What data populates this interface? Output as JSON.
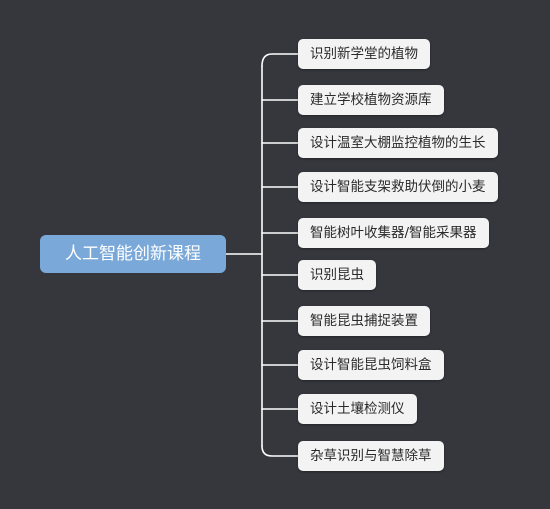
{
  "root": {
    "label": "人工智能创新课程"
  },
  "branches": [
    {
      "label": "识别新学堂的植物"
    },
    {
      "label": "建立学校植物资源库"
    },
    {
      "label": "设计温室大棚监控植物的生长"
    },
    {
      "label": "设计智能支架救助伏倒的小麦"
    },
    {
      "label": "智能树叶收集器/智能采果器"
    },
    {
      "label": "识别昆虫"
    },
    {
      "label": "智能昆虫捕捉装置"
    },
    {
      "label": "设计智能昆虫饲料盒"
    },
    {
      "label": "设计土壤检测仪"
    },
    {
      "label": "杂草识别与智慧除草"
    }
  ],
  "colors": {
    "background": "#35373d",
    "root_fill": "#7aa8d8",
    "branch_fill": "#f3f3f3",
    "connector": "#ffffff"
  }
}
